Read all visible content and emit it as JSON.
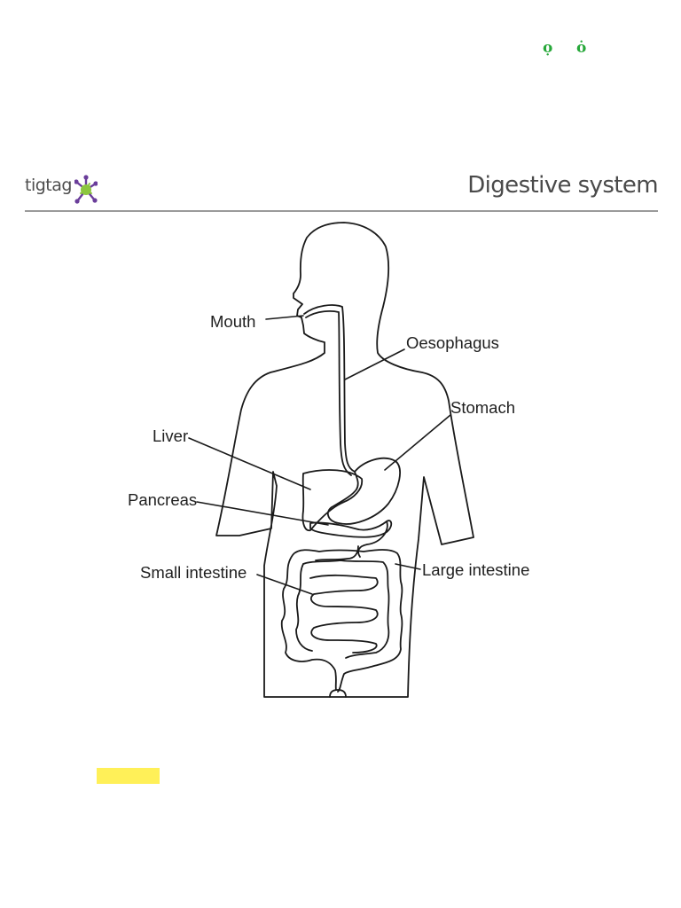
{
  "colors": {
    "glyph_accent": "#27a83a",
    "logo_gray": "#4d4d4d",
    "logo_star_green": "#8cc63f",
    "logo_star_purple": "#6a3d9a",
    "title_gray": "#4a4a4a",
    "divider": "#9a9a9a",
    "outline": "#1a1a1a",
    "label_text": "#1f1f1f",
    "highlight": "#fff058"
  },
  "corner_glyphs": [
    "ọ",
    "ȯ"
  ],
  "logo": {
    "text": "tigtag",
    "mark_icon": "starburst-icon"
  },
  "title": "Digestive system",
  "diagram": {
    "labels": {
      "mouth": "Mouth",
      "oesophagus": "Oesophagus",
      "stomach": "Stomach",
      "liver": "Liver",
      "pancreas": "Pancreas",
      "small_intestine": "Small intestine",
      "large_intestine": "Large intestine"
    }
  }
}
